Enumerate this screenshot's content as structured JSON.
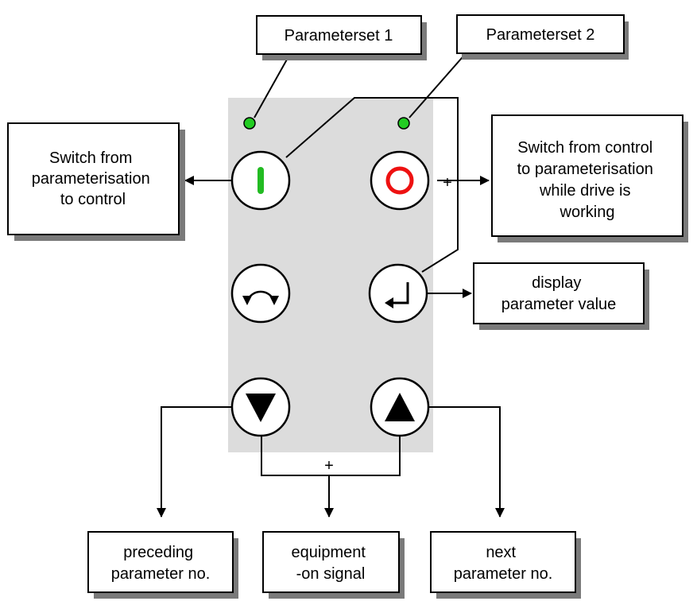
{
  "labels": {
    "parameterset_1": "Parameterset 1",
    "parameterset_2": "Parameterset 2",
    "switch_to_control": [
      "Switch from",
      "parameterisation",
      "to control"
    ],
    "switch_to_param": [
      "Switch from control",
      "to parameterisation",
      "while drive is",
      "working"
    ],
    "display_value": [
      "display",
      "parameter value"
    ],
    "preceding": [
      "preceding",
      "parameter no."
    ],
    "equipment_on": [
      "equipment",
      "-on signal"
    ],
    "next": [
      "next",
      "parameter no."
    ]
  },
  "symbols": {
    "plus": "+"
  },
  "buttons": [
    {
      "name": "start-button",
      "icon": "green-vertical-bar-icon"
    },
    {
      "name": "stop-button",
      "icon": "red-circle-icon"
    },
    {
      "name": "toggle-button",
      "icon": "rotate-arrows-icon"
    },
    {
      "name": "enter-button",
      "icon": "enter-return-icon"
    },
    {
      "name": "down-button",
      "icon": "triangle-down-icon"
    },
    {
      "name": "up-button",
      "icon": "triangle-up-icon"
    }
  ],
  "colors": {
    "panel": "#dcdcdc",
    "led": "#22cc22",
    "start_bar": "#22bb22",
    "stop_ring": "#ee1111",
    "shadow": "#7a7a7a"
  }
}
